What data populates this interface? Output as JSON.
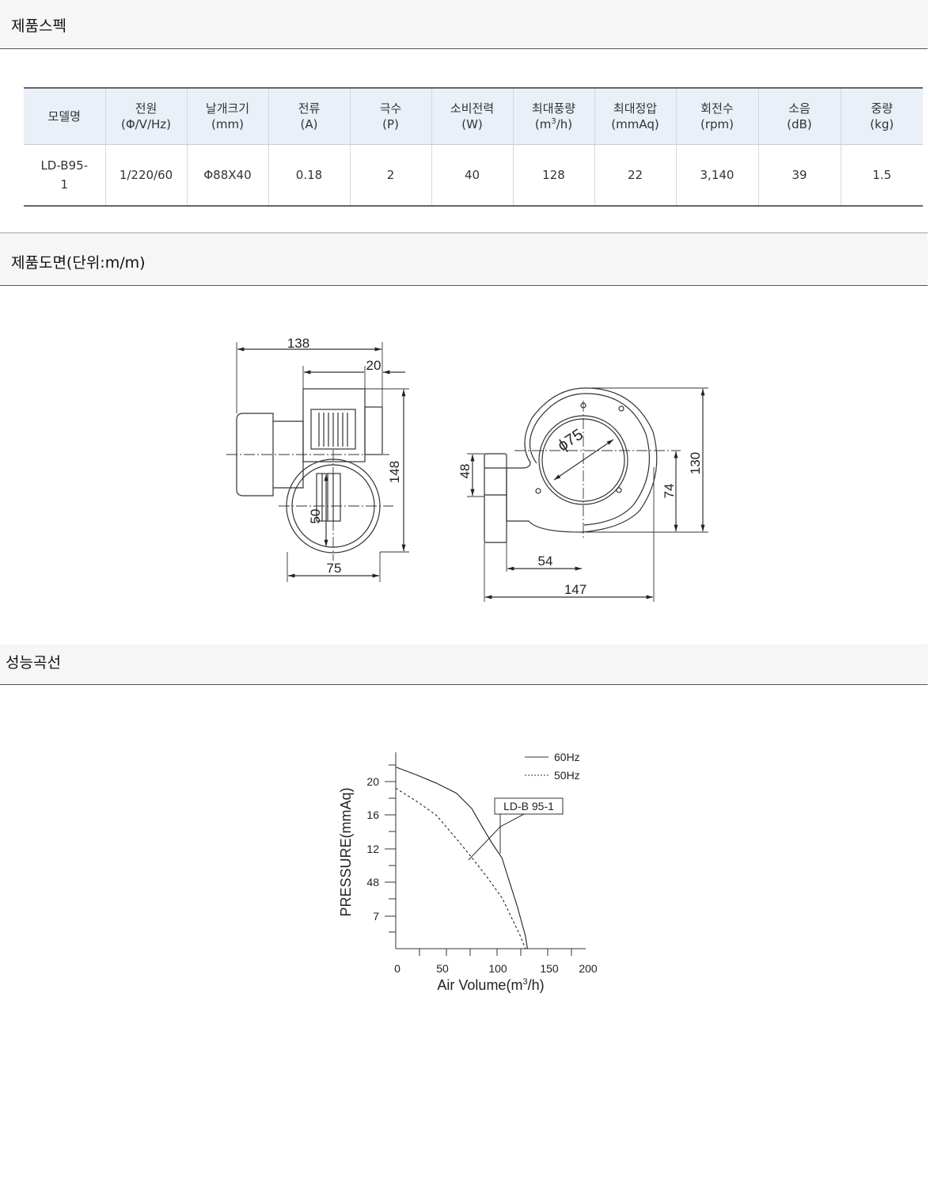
{
  "sections": {
    "spec_title": "제품스펙",
    "drawing_title": "제품도면(단위:m/m)",
    "curve_title": "성능곡선"
  },
  "spec_table": {
    "headers": [
      {
        "name": "모델명",
        "unit": ""
      },
      {
        "name": "전원",
        "unit": "(Φ/V/Hz)"
      },
      {
        "name": "날개크기",
        "unit": "(mm)"
      },
      {
        "name": "전류",
        "unit": "(A)"
      },
      {
        "name": "극수",
        "unit": "(P)"
      },
      {
        "name": "소비전력",
        "unit": "(W)"
      },
      {
        "name": "최대풍량",
        "unit_pre": "(m",
        "unit_sup": "3",
        "unit_post": "/h)"
      },
      {
        "name": "최대정압",
        "unit": "(mmAq)"
      },
      {
        "name": "회전수",
        "unit": "(rpm)"
      },
      {
        "name": "소음",
        "unit": "(dB)"
      },
      {
        "name": "중량",
        "unit": "(kg)"
      }
    ],
    "row": [
      "LD-B95-1",
      "1/220/60",
      "Φ88X40",
      "0.18",
      "2",
      "40",
      "128",
      "22",
      "3,140",
      "39",
      "1.5"
    ]
  },
  "drawing": {
    "dims": {
      "d138": "138",
      "d20": "20",
      "d148": "148",
      "d50": "50",
      "d75": "75",
      "phi75": "ϕ75",
      "d48": "48",
      "d130": "130",
      "d74": "74",
      "d54": "54",
      "d147": "147"
    }
  },
  "chart_data": {
    "type": "line",
    "xlabel_pre": "Air Volume(m",
    "xlabel_sup": "3",
    "xlabel_post": "/h)",
    "ylabel": "PRESSURE(mmAq)",
    "x_ticks": [
      "0",
      "50",
      "100",
      "150",
      "200"
    ],
    "y_ticks": [
      "20",
      "16",
      "12",
      "48",
      "7"
    ],
    "xlim": [
      0,
      200
    ],
    "ylim": [
      0,
      24
    ],
    "callout": "LD-B 95-1",
    "series": [
      {
        "name": "60Hz",
        "style": "solid",
        "x": [
          0,
          20,
          40,
          60,
          75,
          85,
          95,
          105,
          112,
          120,
          128,
          130
        ],
        "y": [
          21.5,
          20.6,
          19.6,
          18.4,
          16.6,
          14.5,
          12.5,
          10.7,
          8.0,
          5.0,
          1.5,
          0
        ]
      },
      {
        "name": "50Hz",
        "style": "dashed",
        "x": [
          0,
          20,
          40,
          60,
          75,
          90,
          105,
          115,
          123,
          128
        ],
        "y": [
          19.0,
          17.5,
          15.8,
          13.0,
          10.8,
          8.5,
          6.0,
          3.5,
          1.5,
          0
        ]
      }
    ]
  }
}
